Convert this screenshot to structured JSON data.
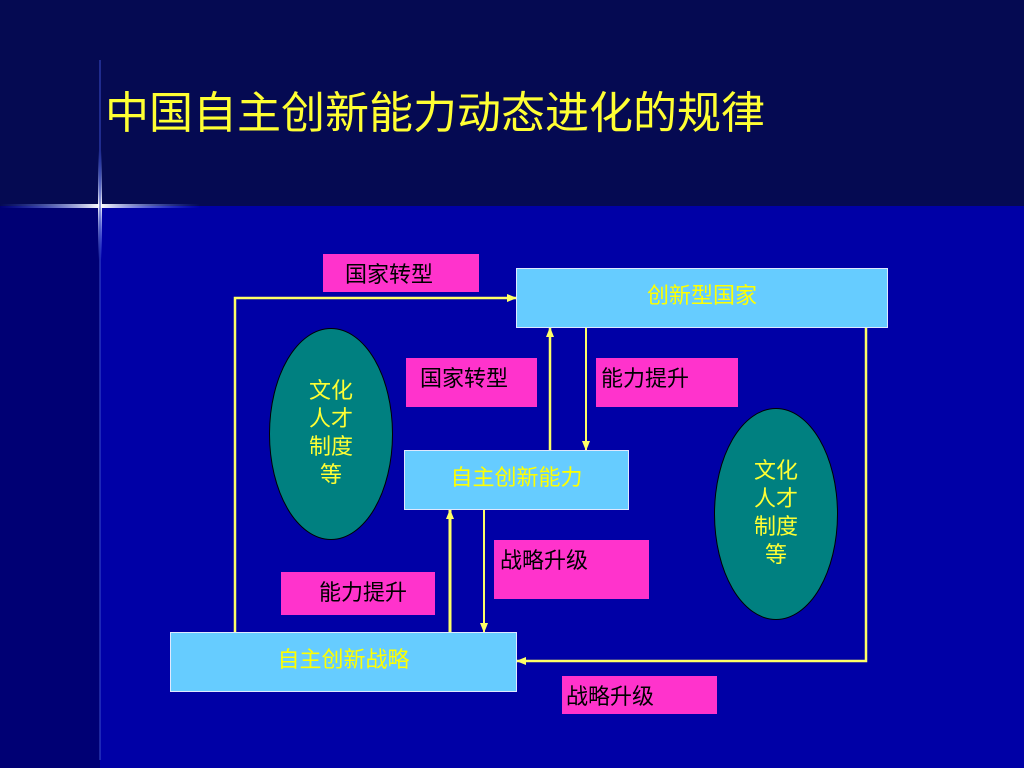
{
  "title": "中国自主创新能力动态进化的规律",
  "boxes": {
    "innovative_country": "创新型国家",
    "independent_capability": "自主创新能力",
    "independent_strategy": "自主创新战略"
  },
  "labels": {
    "national_transition_top": "国家转型",
    "national_transition_mid": "国家转型",
    "capability_upgrade_mid": "能力提升",
    "strategy_upgrade_mid": "战略升级",
    "capability_upgrade_low": "能力提升",
    "strategy_upgrade_bottom": "战略升级"
  },
  "ellipses": {
    "left": "文化人才制度等",
    "right": "文化人才制度等"
  },
  "colors": {
    "box_fill": "#66ccff",
    "label_fill": "#ff33cc",
    "ellipse_fill": "#008080",
    "connector": "#ffff66",
    "title_text": "#ffff33"
  }
}
